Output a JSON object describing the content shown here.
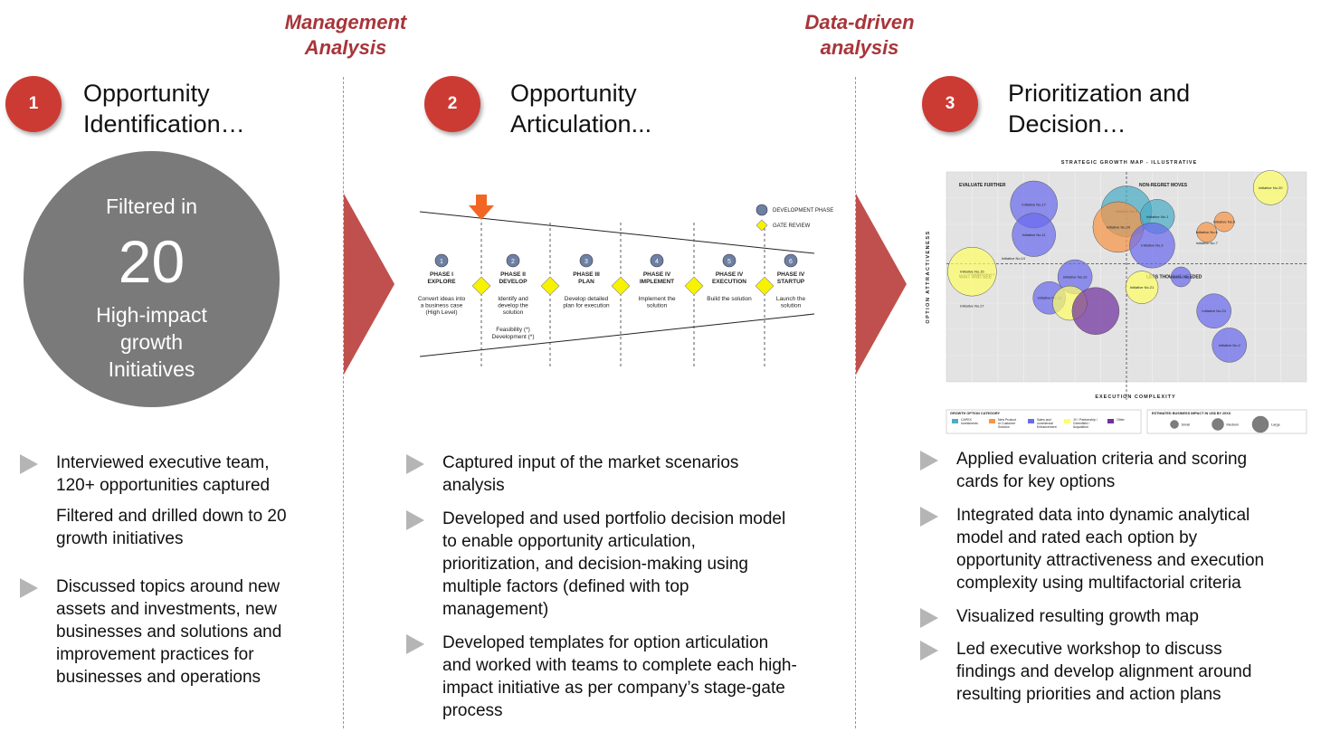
{
  "headers": {
    "management": [
      "Management",
      "Analysis"
    ],
    "data_driven": [
      "Data-driven",
      "analysis"
    ]
  },
  "columns": [
    {
      "number": "1",
      "title": [
        "Opportunity",
        "Identification…"
      ]
    },
    {
      "number": "2",
      "title": [
        "Opportunity",
        "Articulation..."
      ]
    },
    {
      "number": "3",
      "title": [
        "Prioritization and",
        "Decision…"
      ]
    }
  ],
  "big_circle": {
    "top": "Filtered in",
    "number": "20",
    "bottom": [
      "High-impact",
      "growth",
      "Initiatives"
    ]
  },
  "bullets_1": [
    {
      "arrow": true,
      "lines": [
        "Interviewed executive team,",
        "120+ opportunities captured"
      ]
    },
    {
      "arrow": false,
      "lines": [
        " Filtered and drilled down to 20",
        "growth initiatives"
      ]
    },
    {
      "arrow": true,
      "lines": [
        "Discussed topics around new",
        "assets and investments, new",
        "businesses and solutions and",
        "improvement practices for",
        "businesses and operations"
      ]
    }
  ],
  "bullets_2": [
    {
      "arrow": true,
      "lines": [
        "Captured input of the market scenarios",
        "analysis"
      ]
    },
    {
      "arrow": true,
      "lines": [
        "Developed and used portfolio decision model",
        "to enable opportunity articulation,",
        "prioritization, and decision-making using",
        "multiple factors (defined with top",
        "management)"
      ]
    },
    {
      "arrow": true,
      "lines": [
        "Developed templates for option articulation",
        "and worked with teams to complete each high-",
        "impact initiative  as per company’s stage-gate",
        "process"
      ]
    }
  ],
  "bullets_3": [
    {
      "arrow": true,
      "lines": [
        "Applied evaluation criteria and scoring",
        "cards for key options"
      ]
    },
    {
      "arrow": true,
      "lines": [
        "Integrated data into dynamic analytical",
        "model and rated each option by",
        "opportunity attractiveness and execution",
        "complexity using multifactorial criteria"
      ]
    },
    {
      "arrow": true,
      "lines": [
        "Visualized resulting growth map"
      ]
    },
    {
      "arrow": true,
      "lines": [
        "Led executive workshop to discuss",
        "findings and develop alignment around",
        "resulting priorities and action plans"
      ]
    }
  ],
  "stage_gate": {
    "legend": {
      "phase": "DEVELOPMENT PHASE",
      "gate": "GATE REVIEW"
    },
    "phases": [
      {
        "n": "1",
        "name": [
          "PHASE I",
          "EXPLORE"
        ],
        "desc": [
          "Convert ideas into",
          "a business case",
          "(High Level)"
        ]
      },
      {
        "n": "2",
        "name": [
          "PHASE II",
          "DEVELOP"
        ],
        "desc": [
          "Identify and",
          "develop the",
          "solution"
        ],
        "extra": [
          "Feasibility (*)",
          "Development (*)"
        ]
      },
      {
        "n": "3",
        "name": [
          "PHASE III",
          "PLAN"
        ],
        "desc": [
          "Develop detailed",
          "plan for execution"
        ]
      },
      {
        "n": "4",
        "name": [
          "PHASE IV",
          "IMPLEMENT"
        ],
        "desc": [
          "Implement the",
          "solution"
        ]
      },
      {
        "n": "5",
        "name": [
          "PHASE IV",
          "EXECUTION"
        ],
        "desc": [
          "Build the solution"
        ]
      },
      {
        "n": "6",
        "name": [
          "PHASE IV",
          "STARTUP"
        ],
        "desc": [
          "Launch the",
          "solution"
        ]
      }
    ],
    "colors": {
      "phase": "#6d7fa3",
      "gate": "#f7f300",
      "arrow": "#f26522"
    }
  },
  "growth_map": {
    "title": "STRATEGIC GROWTH MAP - ILLUSTRATIVE",
    "ylabel": "OPTION ATTRACTIVENESS",
    "xlabel": "EXECUTION COMPLEXITY",
    "quadrants": {
      "tl": "EVALUATE FURTHER",
      "tr": "NON-REGRET MOVES",
      "bl": "WAIT AND SEE",
      "br": "LESS THOUGHT NEEDED"
    },
    "legend_category_title": "GROWTH OPTION CATEGORY",
    "legend_impact_title": "ESTIMATED BUSINESS IMPACT IN US$ BY 20XX",
    "categories": [
      {
        "label": [
          "CAPEX",
          "Investments"
        ],
        "color": "#4bacc6"
      },
      {
        "label": [
          "New Product",
          "or Customer",
          "Solution"
        ],
        "color": "#f79646"
      },
      {
        "label": [
          "Sales and",
          "commercial",
          "Enhancement"
        ],
        "color": "#6b6bef"
      },
      {
        "label": [
          "JV / Partnership /",
          "Greenfield /",
          "Acquisition"
        ],
        "color": "#ffff66"
      },
      {
        "label": [
          "Other"
        ],
        "color": "#7030a0"
      }
    ],
    "sizes": [
      "Small",
      "Medium",
      "Large"
    ],
    "colors": {
      "chart_bg": "#ececec",
      "plot_bg": "#e3e3e3"
    },
    "bubbles": [
      {
        "label": "Initiative No.17",
        "x": 1.6,
        "y": 4.38,
        "r": 26,
        "c": 2
      },
      {
        "label": "Initiative No.11",
        "x": 1.6,
        "y": 3.8,
        "r": 24,
        "c": 2
      },
      {
        "label": "Initiative No.9",
        "x": 2.5,
        "y": 4.25,
        "r": 28,
        "c": 0
      },
      {
        "label": "Initiative No.29",
        "x": 2.42,
        "y": 3.95,
        "r": 28,
        "c": 1
      },
      {
        "label": "Initiative No.1",
        "x": 2.8,
        "y": 4.15,
        "r": 19,
        "c": 0
      },
      {
        "label": "Initiative No.3",
        "x": 2.75,
        "y": 3.6,
        "r": 25,
        "c": 2
      },
      {
        "label": "Initiative No.20",
        "x": 3.9,
        "y": 4.7,
        "r": 19,
        "c": 3
      },
      {
        "label": "Initiative No.5",
        "x": 3.45,
        "y": 4.05,
        "r": 11,
        "c": 1
      },
      {
        "label": "Initiative No.6",
        "x": 3.28,
        "y": 3.85,
        "r": 11,
        "c": 1
      },
      {
        "label": "Initiative No.7",
        "x": 3.28,
        "y": 3.65,
        "r": 0,
        "c": 1
      },
      {
        "label": "Initiative No.10",
        "x": 1.4,
        "y": 3.35,
        "r": 0,
        "c": 2
      },
      {
        "label": "Initiative No.14",
        "x": 1.1,
        "y": 3.05,
        "r": 0,
        "c": 2
      },
      {
        "label": "Initiative No.15",
        "x": 1.0,
        "y": 3.1,
        "r": 27,
        "c": 3
      },
      {
        "label": "Initiative No.19",
        "x": 2.0,
        "y": 3.0,
        "r": 19,
        "c": 2
      },
      {
        "label": "Initiative No.21",
        "x": 2.65,
        "y": 2.8,
        "r": 18,
        "c": 3
      },
      {
        "label": "Initiative No.4",
        "x": 3.03,
        "y": 3.0,
        "r": 11,
        "c": 2
      },
      {
        "label": "Initiative No.26",
        "x": 1.75,
        "y": 2.6,
        "r": 18,
        "c": 2
      },
      {
        "label": "Initiative No.27",
        "x": 1.0,
        "y": 2.45,
        "r": 0,
        "c": 2
      },
      {
        "label": "Initiative No.24",
        "x": 3.35,
        "y": 2.35,
        "r": 19,
        "c": 2
      },
      {
        "label": "Initiative No.2",
        "x": 3.5,
        "y": 1.7,
        "r": 19,
        "c": 2
      },
      {
        "label": "",
        "x": 1.95,
        "y": 2.5,
        "r": 19,
        "c": 3
      },
      {
        "label": "",
        "x": 2.2,
        "y": 2.35,
        "r": 26,
        "c": 4
      }
    ],
    "xlim": [
      0.75,
      4.25
    ],
    "ylim": [
      1.0,
      5.0
    ],
    "xdiv": 2.5,
    "ydiv": 3.25
  }
}
